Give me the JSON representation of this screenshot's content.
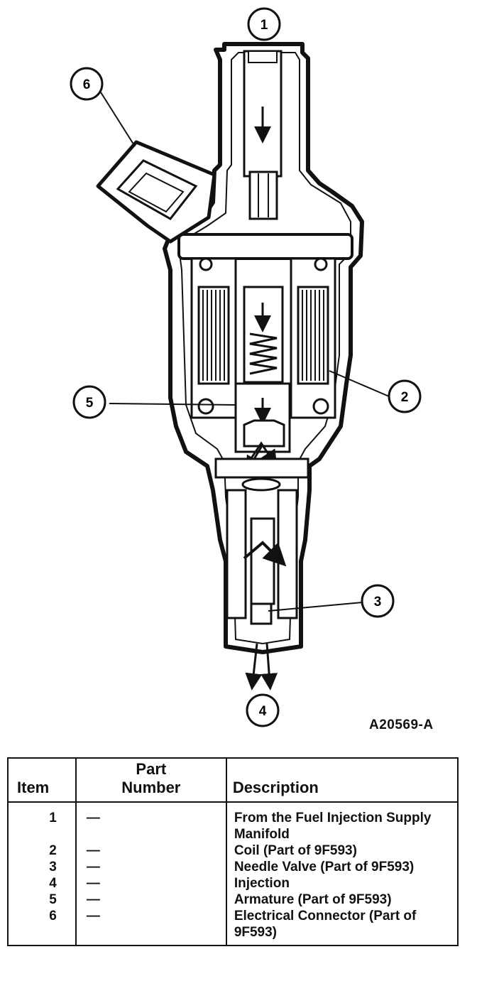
{
  "figure": {
    "id_label": "A20569-A",
    "callouts": [
      "1",
      "2",
      "3",
      "4",
      "5",
      "6"
    ]
  },
  "legend": {
    "headers": {
      "item": "Item",
      "part_number_line1": "Part",
      "part_number_line2": "Number",
      "description": "Description"
    },
    "rows": [
      {
        "item": "1",
        "part": "—",
        "desc": "From the Fuel Injection Supply Manifold"
      },
      {
        "item": "2",
        "part": "—",
        "desc": "Coil (Part of 9F593)"
      },
      {
        "item": "3",
        "part": "—",
        "desc": "Needle Valve (Part of 9F593)"
      },
      {
        "item": "4",
        "part": "—",
        "desc": "Injection"
      },
      {
        "item": "5",
        "part": "—",
        "desc": "Armature (Part of 9F593)"
      },
      {
        "item": "6",
        "part": "—",
        "desc": "Electrical Connector (Part of 9F593)"
      }
    ]
  }
}
